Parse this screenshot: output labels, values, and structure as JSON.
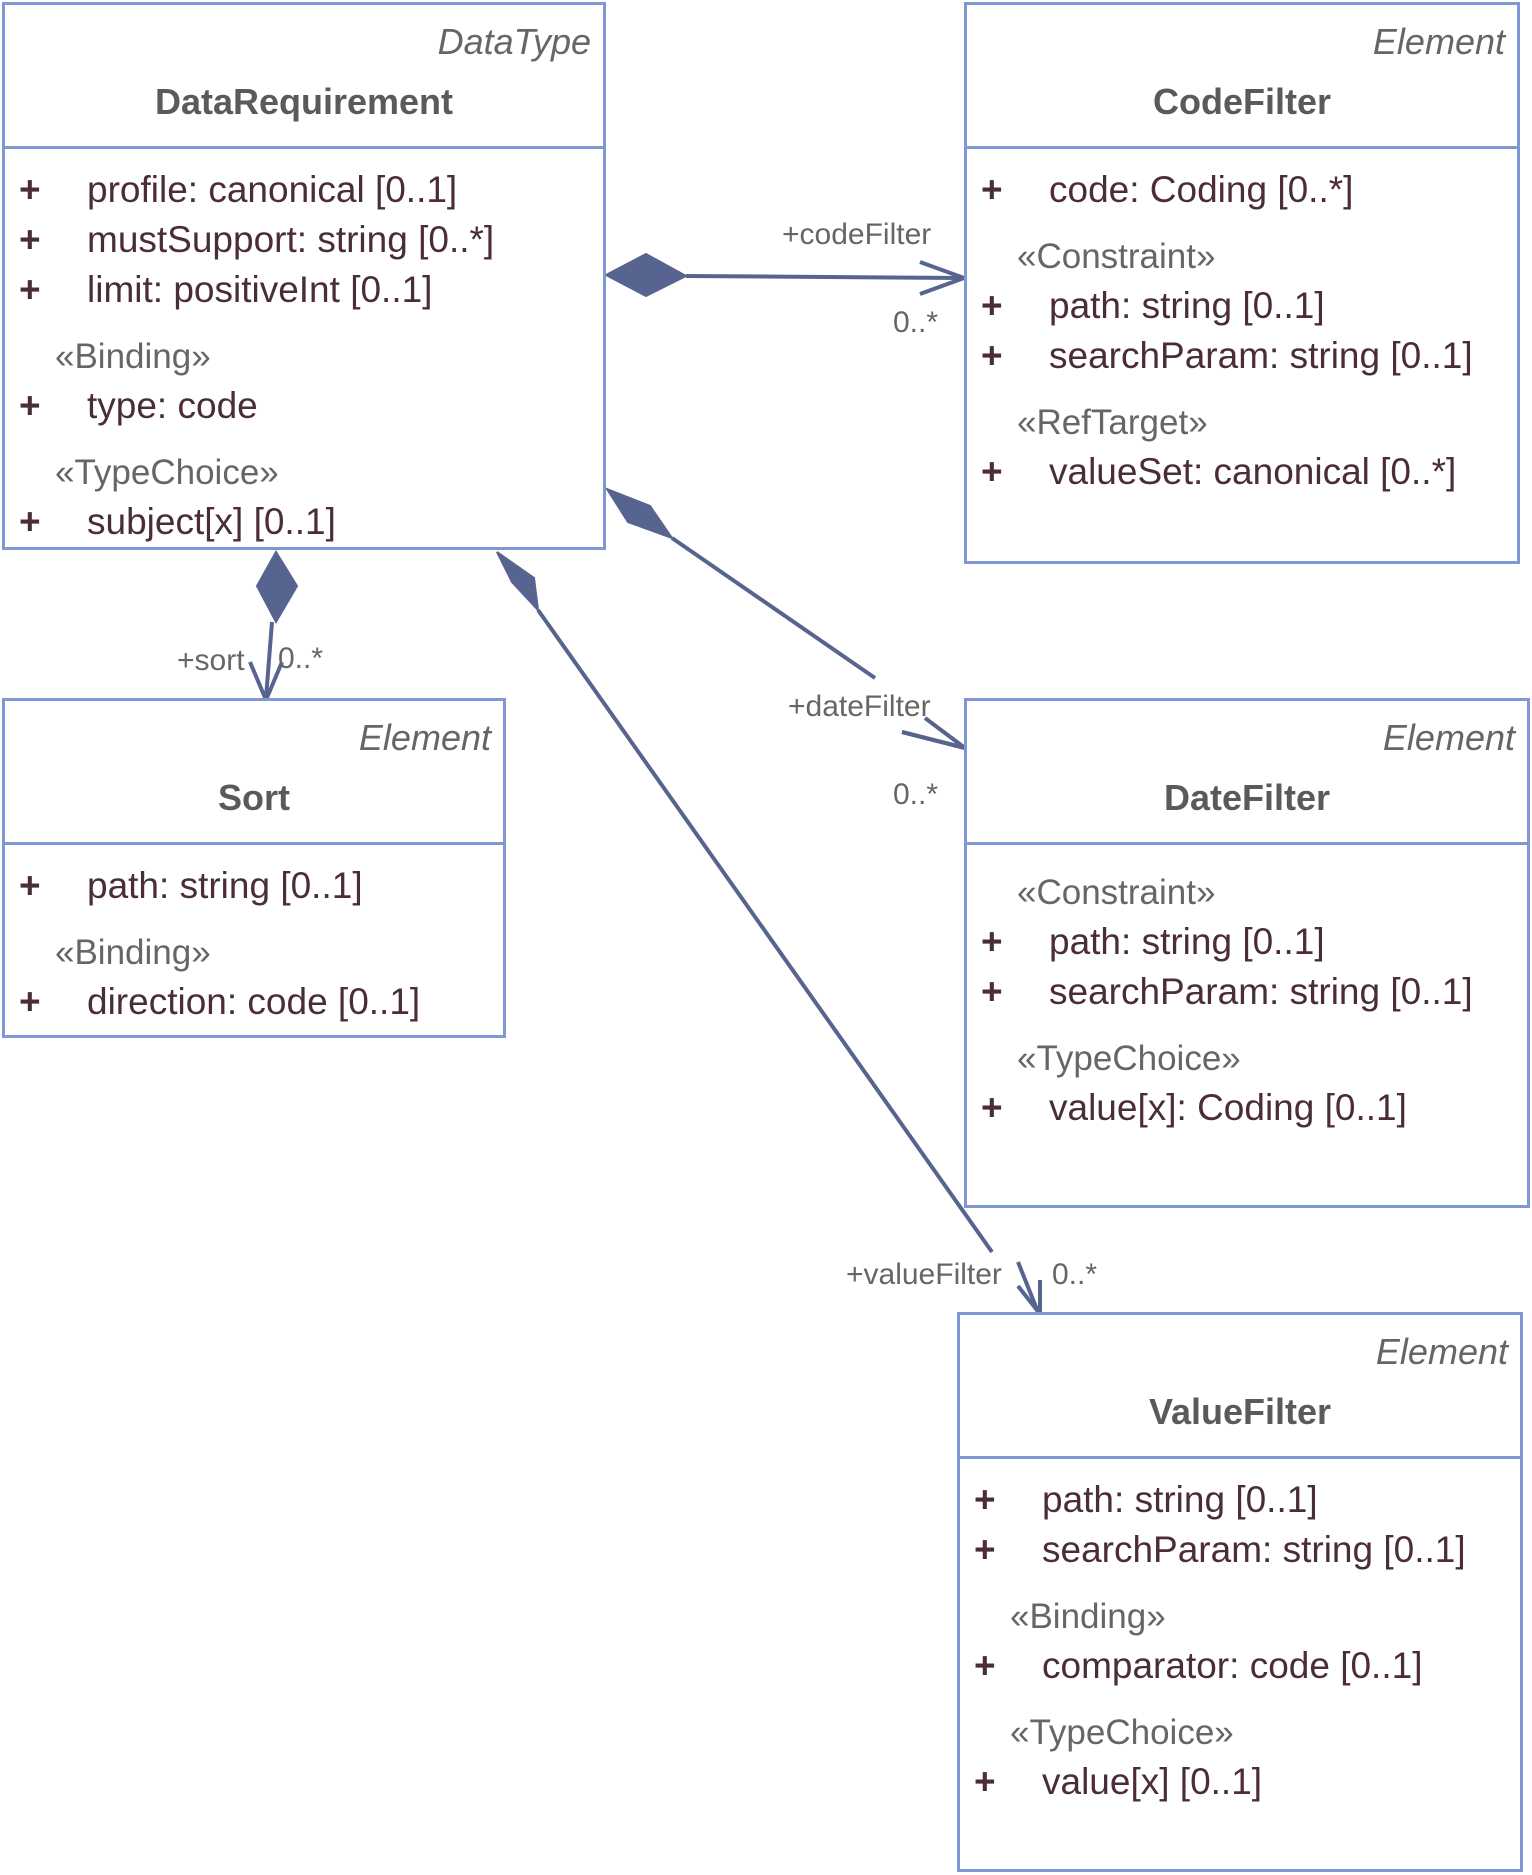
{
  "classes": {
    "data_requirement": {
      "stereotype": "DataType",
      "name": "DataRequirement",
      "sections": [
        {
          "group": "",
          "attributes": [
            {
              "vis": "+",
              "text": "profile: canonical [0..1]"
            },
            {
              "vis": "+",
              "text": "mustSupport: string [0..*]"
            },
            {
              "vis": "+",
              "text": "limit: positiveInt [0..1]"
            }
          ]
        },
        {
          "group": "«Binding»",
          "attributes": [
            {
              "vis": "+",
              "text": "type: code"
            }
          ]
        },
        {
          "group": "«TypeChoice»",
          "attributes": [
            {
              "vis": "+",
              "text": "subject[x] [0..1]"
            }
          ]
        }
      ]
    },
    "code_filter": {
      "stereotype": "Element",
      "name": "CodeFilter",
      "sections": [
        {
          "group": "",
          "attributes": [
            {
              "vis": "+",
              "text": "code: Coding [0..*]"
            }
          ]
        },
        {
          "group": "«Constraint»",
          "attributes": [
            {
              "vis": "+",
              "text": "path: string [0..1]"
            },
            {
              "vis": "+",
              "text": "searchParam: string [0..1]"
            }
          ]
        },
        {
          "group": "«RefTarget»",
          "attributes": [
            {
              "vis": "+",
              "text": "valueSet: canonical [0..*]"
            }
          ]
        }
      ]
    },
    "sort": {
      "stereotype": "Element",
      "name": "Sort",
      "sections": [
        {
          "group": "",
          "attributes": [
            {
              "vis": "+",
              "text": "path: string [0..1]"
            }
          ]
        },
        {
          "group": "«Binding»",
          "attributes": [
            {
              "vis": "+",
              "text": "direction: code [0..1]"
            }
          ]
        }
      ]
    },
    "date_filter": {
      "stereotype": "Element",
      "name": "DateFilter",
      "sections": [
        {
          "group": "«Constraint»",
          "attributes": [
            {
              "vis": "+",
              "text": "path: string [0..1]"
            },
            {
              "vis": "+",
              "text": "searchParam: string [0..1]"
            }
          ]
        },
        {
          "group": "«TypeChoice»",
          "attributes": [
            {
              "vis": "+",
              "text": "value[x]: Coding [0..1]"
            }
          ]
        }
      ]
    },
    "value_filter": {
      "stereotype": "Element",
      "name": "ValueFilter",
      "sections": [
        {
          "group": "",
          "attributes": [
            {
              "vis": "+",
              "text": "path: string [0..1]"
            },
            {
              "vis": "+",
              "text": "searchParam: string [0..1]"
            }
          ]
        },
        {
          "group": "«Binding»",
          "attributes": [
            {
              "vis": "+",
              "text": "comparator: code [0..1]"
            }
          ]
        },
        {
          "group": "«TypeChoice»",
          "attributes": [
            {
              "vis": "+",
              "text": "value[x] [0..1]"
            }
          ]
        }
      ]
    }
  },
  "associations": {
    "code_filter": {
      "role": "+codeFilter",
      "multiplicity": "0..*"
    },
    "date_filter": {
      "role": "+dateFilter",
      "multiplicity": "0..*"
    },
    "sort": {
      "role": "+sort",
      "multiplicity": "0..*"
    },
    "value_filter": {
      "role": "+valueFilter",
      "multiplicity": "0..*"
    }
  },
  "colors": {
    "border": "#7f97d2",
    "connector": "#56648f",
    "text": "#4a2c3a",
    "muted": "#666666"
  }
}
